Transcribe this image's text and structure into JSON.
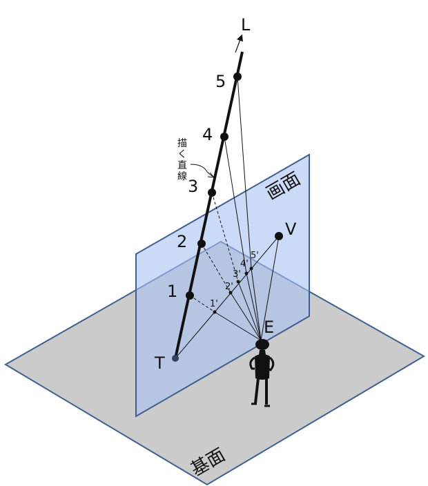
{
  "labels": {
    "L": "L",
    "T": "T",
    "E": "E",
    "V": "V",
    "points": [
      "1",
      "2",
      "3",
      "4",
      "5"
    ],
    "projections": [
      "1'",
      "2'",
      "3'",
      "4'",
      "5'"
    ],
    "picture_plane": "画面",
    "ground_plane": "基面",
    "drawn_line_note": [
      "描",
      "く",
      "直",
      "線"
    ]
  },
  "colors": {
    "ground_fill": "#cbcbcb",
    "ground_stroke": "#3f5f8f",
    "picture_plane_fill": "#a9c2f2",
    "picture_plane_stroke": "#3f5f8f",
    "line": "#111111"
  }
}
